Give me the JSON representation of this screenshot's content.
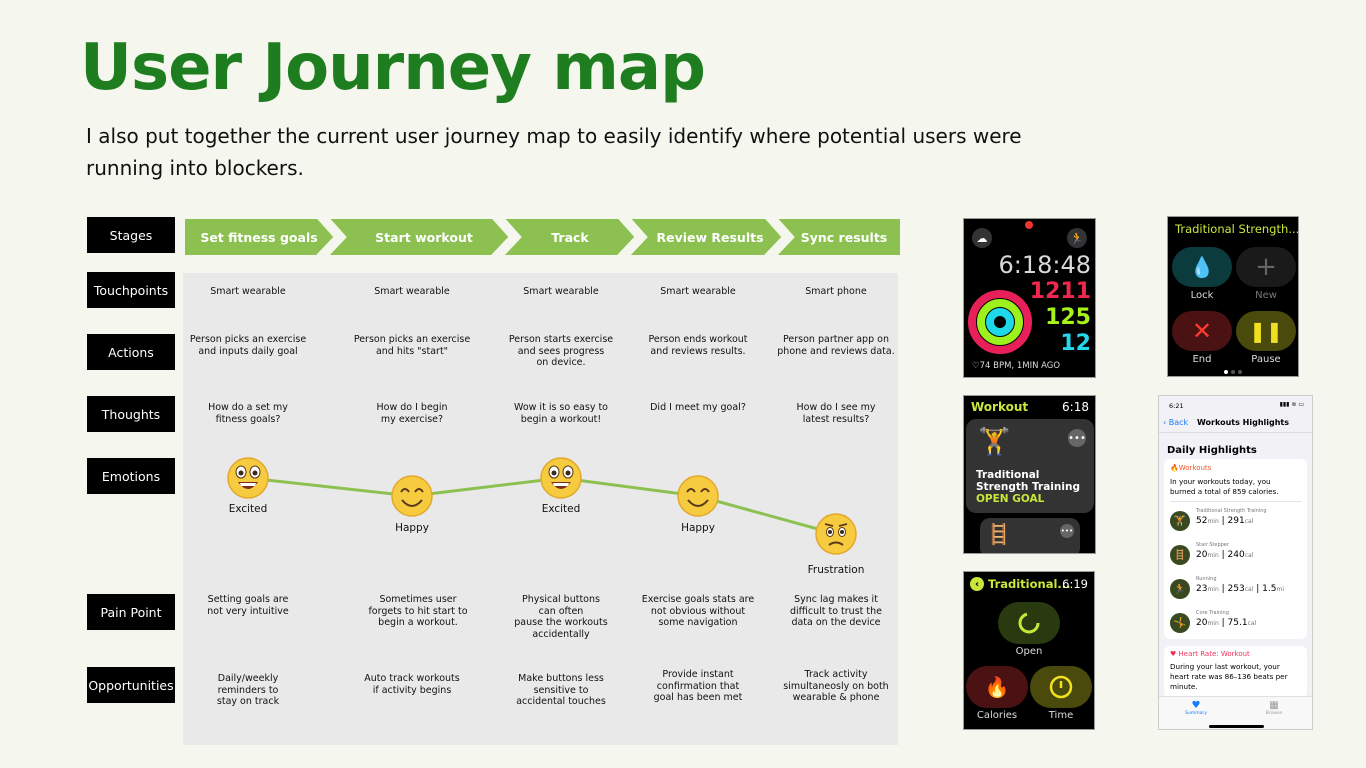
{
  "title": "User Journey map",
  "subtitle": "I also put together the current user journey map to easily identify where potential users were  running into blockers.",
  "row_labels": [
    "Stages",
    "Touchpoints",
    "Actions",
    "Thoughts",
    "Emotions",
    "Pain Point",
    "Opportunities"
  ],
  "stages": [
    "Set fitness goals",
    "Start workout",
    "Track",
    "Review Results",
    "Sync results"
  ],
  "touchpoints": [
    "Smart wearable",
    "Smart wearable",
    "Smart wearable",
    "Smart wearable",
    "Smart phone"
  ],
  "actions": [
    [
      "Person picks an exercise",
      "and inputs daily goal"
    ],
    [
      "Person picks an exercise",
      "and hits \"start\""
    ],
    [
      "Person starts exercise",
      "and sees progress",
      "on device."
    ],
    [
      "Person ends workout",
      "and reviews results."
    ],
    [
      "Person partner app on",
      "phone and reviews data."
    ]
  ],
  "thoughts": [
    [
      "How do a set my",
      "fitness goals?"
    ],
    [
      "How do I begin",
      "my exercise?"
    ],
    [
      "Wow it is so easy to",
      "begin a workout!"
    ],
    [
      "Did I meet my goal?"
    ],
    [
      "How do I see my",
      "latest results?"
    ]
  ],
  "emotions": [
    "Excited",
    "Happy",
    "Excited",
    "Happy",
    "Frustration"
  ],
  "pain_points": [
    [
      "Setting goals are",
      "not very intuitive"
    ],
    [
      "Sometimes user",
      "forgets to hit start to",
      "begin a workout."
    ],
    [
      "Physical buttons",
      "can often",
      "pause the workouts",
      "accidentally"
    ],
    [
      "Exercise goals stats are",
      "not obvious without",
      "some navigation"
    ],
    [
      "Sync lag makes it",
      "difficult to trust the",
      "data on the device"
    ]
  ],
  "opportunities": [
    [
      "Daily/weekly",
      "reminders to",
      "stay on track"
    ],
    [
      "Auto track workouts",
      "if activity begins"
    ],
    [
      "Make buttons less",
      "sensitive to",
      "accidental touches"
    ],
    [
      "Provide instant",
      "confirmation that",
      "goal has been met"
    ],
    [
      "Track activity",
      "simultaneosly on both",
      "wearable & phone"
    ]
  ],
  "colors": {
    "accent": "#1e7d1e",
    "stage_green": "#8cc152",
    "line_green": "#8cc152",
    "panel": "#e9e9e9"
  },
  "watch1": {
    "time": "6:18:48",
    "move": "1211",
    "exercise": "125",
    "stand": "12",
    "heart": "74 BPM, 1MIN AGO"
  },
  "watch2": {
    "title": "Traditional Strength...",
    "buttons": [
      "Lock",
      "New",
      "End",
      "Pause"
    ]
  },
  "watch3": {
    "header": "Workout",
    "time": "6:18",
    "card_line1": "Traditional",
    "card_line2": "Strength Training",
    "card_goal": "OPEN GOAL"
  },
  "watch4": {
    "header": "Traditional...",
    "time": "6:19",
    "buttons": [
      "Open",
      "Calories",
      "Time"
    ]
  },
  "phone": {
    "status_time": "6:21",
    "back": "Back",
    "nav_title": "Workouts Highlights",
    "section": "Daily Highlights",
    "workouts_label": "Workouts",
    "workouts_text": [
      "In your workouts today, you",
      "burned a total of 859 calories."
    ],
    "items": [
      {
        "name": "Traditional Strength Training",
        "min": "52",
        "cal": "291",
        "extra": ""
      },
      {
        "name": "Stair Stepper",
        "min": "20",
        "cal": "240",
        "extra": ""
      },
      {
        "name": "Running",
        "min": "23",
        "cal": "253",
        "extra": "1.5"
      },
      {
        "name": "Core Training",
        "min": "20",
        "cal": "75.1",
        "extra": ""
      }
    ],
    "unit_min": "min",
    "unit_cal": "cal",
    "unit_mi": "mi",
    "hr_label": "Heart Rate: Workout",
    "hr_text": [
      "During your last workout, your",
      "heart rate was 86–136 beats per",
      "minute."
    ],
    "tab1": "Summary",
    "tab2": "Browse"
  }
}
